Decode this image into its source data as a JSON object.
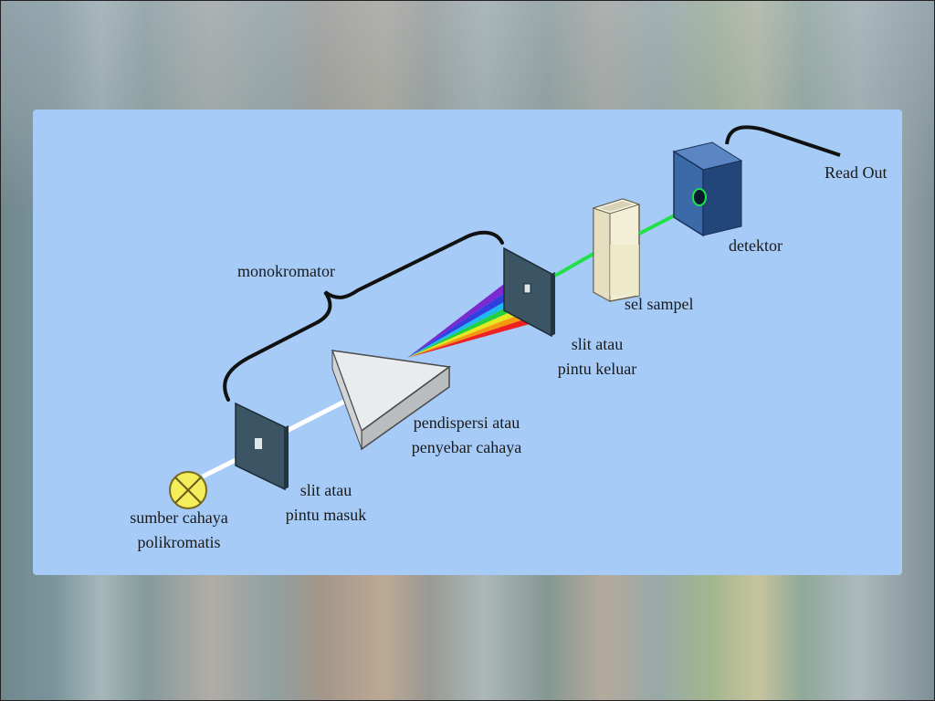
{
  "diagram": {
    "labels": {
      "monokromator": "monokromator",
      "read_out": "Read Out",
      "detektor": "detektor",
      "sel_sampel": "sel sampel",
      "slit_keluar_1": "slit atau",
      "slit_keluar_2": "pintu keluar",
      "pendispersi_1": "pendispersi atau",
      "pendispersi_2": "penyebar cahaya",
      "slit_masuk_1": "slit atau",
      "slit_masuk_2": "pintu masuk",
      "sumber_1": "sumber cahaya",
      "sumber_2": "polikromatis"
    },
    "colors": {
      "panel": "#a6cbf7",
      "beam_white": "#ffffff",
      "beam_green": "#22e04a",
      "lamp": "#f3ee5a",
      "slit": "#3b5564",
      "detector": "#3a6aa8"
    }
  }
}
